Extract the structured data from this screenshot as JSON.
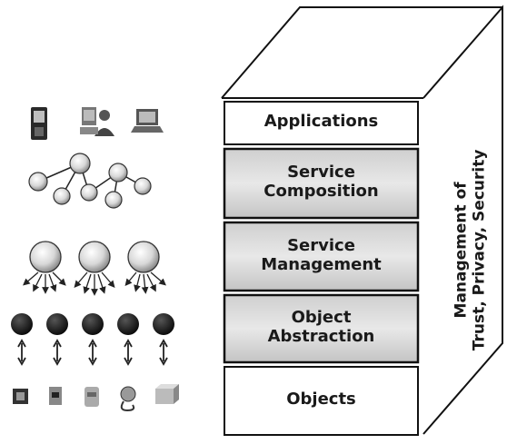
{
  "layers": {
    "applications": "Applications",
    "service_composition": [
      "Service",
      "Composition"
    ],
    "service_management": [
      "Service",
      "Management"
    ],
    "object_abstraction": [
      "Object",
      "Abstraction"
    ],
    "objects": "Objects"
  },
  "side": {
    "line1": "Management of",
    "line2": "Trust, Privacy, Security"
  }
}
